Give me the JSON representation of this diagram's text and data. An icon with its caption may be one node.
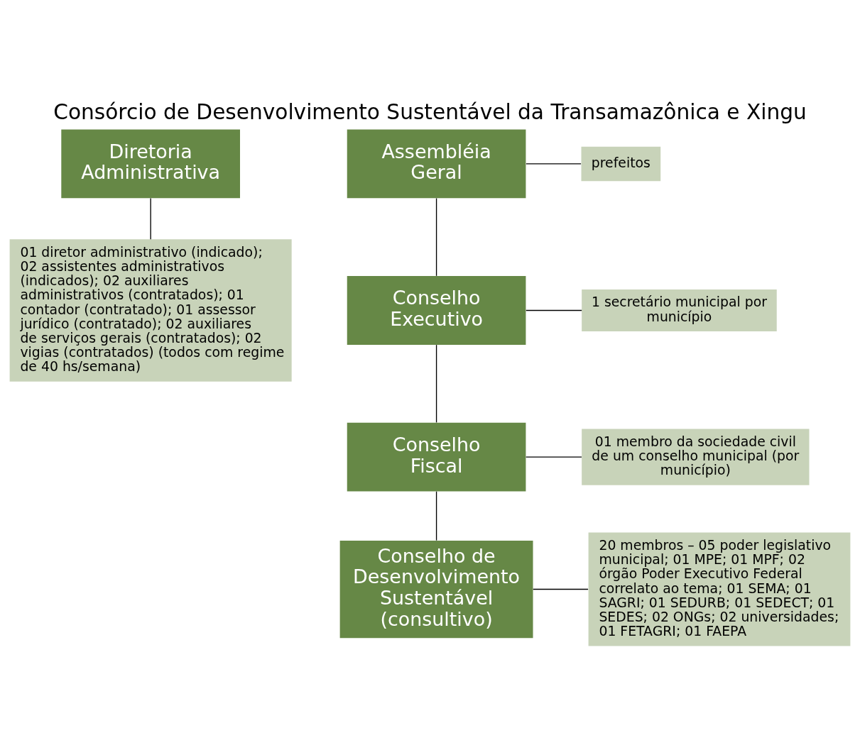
{
  "diagram": {
    "title": "Consórcio de Desenvolvimento Sustentável da Transamazônica e Xingu",
    "nodes": [
      {
        "text": [
          "Diretoria Administrativa"
        ]
      },
      {
        "text": [
          "Assembléia Geral"
        ]
      },
      {
        "text": [
          "prefeitos"
        ]
      },
      {
        "text": [
          "01 diretor administrativo (indicado); 02 assistentes administrativos (indicados); 02 auxiliares administrativos (contratados); 01 contador (contratado); 01 assessor jurídico (contratado); 02 auxiliares de serviços gerais (contratados); 02 vigias (contratados) (todos com regime de 40 hs/semana)"
        ]
      },
      {
        "text": [
          "Conselho Executivo"
        ]
      },
      {
        "text": [
          "1 secretário municipal por município"
        ]
      },
      {
        "text": [
          "Conselho Fiscal"
        ]
      },
      {
        "text": [
          "01 membro da sociedade civil de um conselho municipal (por município)"
        ]
      },
      {
        "text": [
          "Conselho de Desenvolvimento Sustentável (consultivo)"
        ]
      },
      {
        "text": [
          "20 membros – 05 poder legislativo municipal; 01 MPE; 01 MPF; 02 órgão Poder Executivo Federal correlato ao tema; 01 SEMA; 01 SAGRI; 01 SEDURB; 01 SEDECT; 01 SEDES; 02 ONGs; 02 universidades; 01 FETAGRI; 01 FAEPA"
        ]
      }
    ],
    "edges": [
      {
        "from": 0,
        "to": 3,
        "arrow": "none"
      },
      {
        "from": 1,
        "to": 2,
        "arrow": "none"
      },
      {
        "from": 1,
        "to": 4,
        "arrow": "none"
      },
      {
        "from": 4,
        "to": 5,
        "arrow": "none"
      },
      {
        "from": 4,
        "to": 6,
        "arrow": "none"
      },
      {
        "from": 6,
        "to": 7,
        "arrow": "none"
      },
      {
        "from": 6,
        "to": 8,
        "arrow": "none"
      },
      {
        "from": 8,
        "to": 9,
        "arrow": "none"
      }
    ]
  }
}
